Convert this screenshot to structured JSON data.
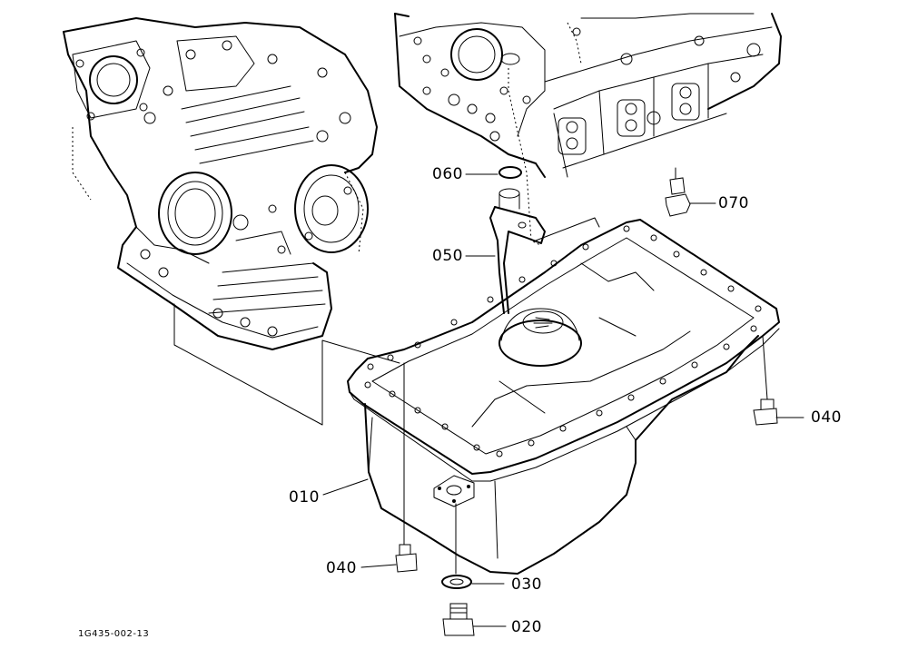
{
  "diagram": {
    "drawing_code": "1G435-002-13",
    "parts": [
      {
        "id": "p060",
        "label": "060"
      },
      {
        "id": "p070",
        "label": "070"
      },
      {
        "id": "p050",
        "label": "050"
      },
      {
        "id": "p040r",
        "label": "040"
      },
      {
        "id": "p010",
        "label": "010"
      },
      {
        "id": "p040l",
        "label": "040"
      },
      {
        "id": "p030",
        "label": "030"
      },
      {
        "id": "p020",
        "label": "020"
      }
    ]
  }
}
